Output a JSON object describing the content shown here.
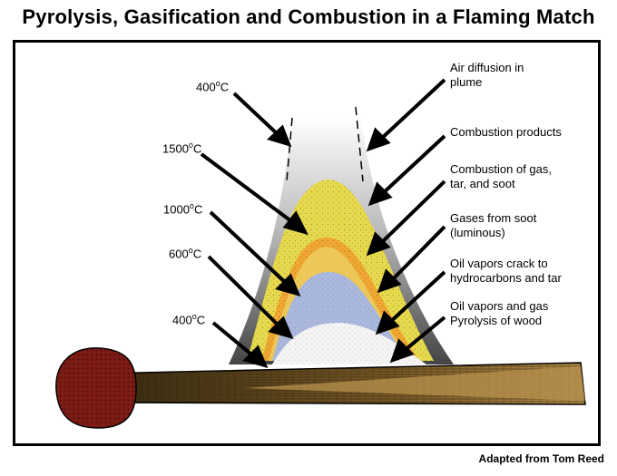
{
  "title": "Pyrolysis, Gasification and Combustion in a Flaming Match",
  "credit": "Adapted from Tom Reed",
  "temperatures": [
    {
      "value": "400",
      "unit": "C"
    },
    {
      "value": "1500",
      "unit": "C"
    },
    {
      "value": "1000",
      "unit": "C"
    },
    {
      "value": "600",
      "unit": "C"
    },
    {
      "value": "400",
      "unit": "C"
    }
  ],
  "zones": [
    {
      "line1": "Air diffusion in",
      "line2": "plume"
    },
    {
      "line1": "Combustion products",
      "line2": ""
    },
    {
      "line1": "Combustion  of gas,",
      "line2": "tar, and soot"
    },
    {
      "line1": "Gases from soot",
      "line2": "(luminous)"
    },
    {
      "line1": "Oil vapors crack to",
      "line2": "hydrocarbons and tar"
    },
    {
      "line1": "Oil vapors  and gas",
      "line2": "Pyrolysis of wood"
    }
  ],
  "colors": {
    "plume": "#555555",
    "combustion_gas": "#e6d84a",
    "soot": "#f0a030",
    "oil_vapors": "#a9b8e0",
    "pyrolysis": "#f2f2f2",
    "match_head": "#7a1a14",
    "match_stick": "#8a6a30"
  }
}
